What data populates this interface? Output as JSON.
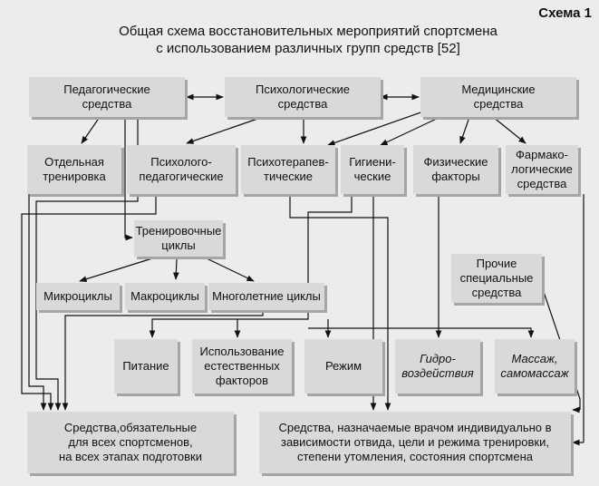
{
  "scheme_label": "Схема 1",
  "title_line1": "Общая схема восстановительных мероприятий спортсмена",
  "title_line2": "с использованием различных групп средств [52]",
  "boxes": {
    "ped": "Педагогические\nсредства",
    "psych": "Психологические\nсредства",
    "med": "Медицинские\nсредства",
    "sep": "Отдельная\nтренировка",
    "pp": "Психолого-\nпедагогические",
    "pt": "Психотерапев-\nтические",
    "hyg": "Гигиени-\nческие",
    "phys": "Физические\nфакторы",
    "pharm": "Фармако-\nлогические\nсредства",
    "cycles": "Тренировочные\nциклы",
    "other": "Прочие\nспециальные\nсредства",
    "micro": "Микроциклы",
    "macro": "Макроциклы",
    "multi": "Многолетние циклы",
    "food": "Питание",
    "natural": "Использование\nестественных\nфакторов",
    "regime": "Режим",
    "hydro": "Гидро-\nвоздействия",
    "massage": "Массаж,\nсамомассаж",
    "mandatory": "Средства,обязательные\nдля всех спортсменов,\nна всех этапах подготовки",
    "doctor": "Средства, назначаемые врачом индивидуально в\nзависимости отвида, цели и режима тренировки,\nстепени утомления, состояния спортсмена"
  }
}
